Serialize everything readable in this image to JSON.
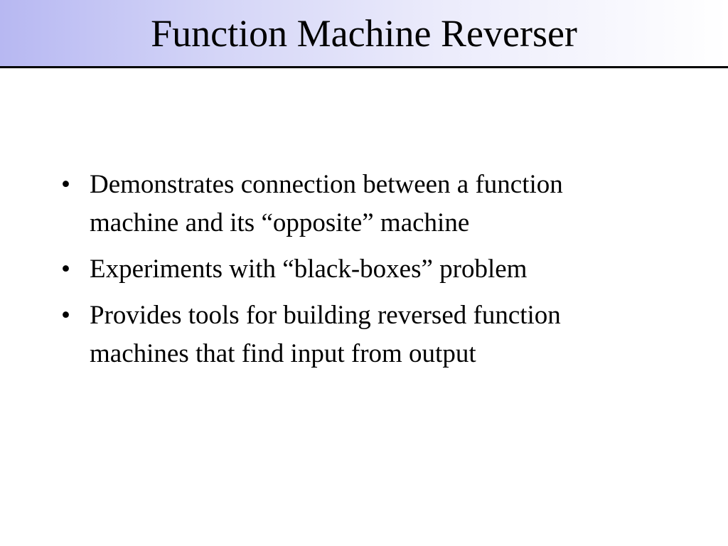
{
  "slide": {
    "title": "Function Machine Reverser",
    "bullet_symbol": "•",
    "bullets": [
      "Demonstrates connection between a function machine and its “opposite” machine",
      "Experiments with “black-boxes” problem",
      "Provides tools for building reversed function machines that find input from output"
    ]
  },
  "colors": {
    "title_gradient_start": "#b7b8f2",
    "title_gradient_end": "#ffffff",
    "title_rule": "#000000",
    "text": "#000000",
    "background": "#ffffff"
  }
}
